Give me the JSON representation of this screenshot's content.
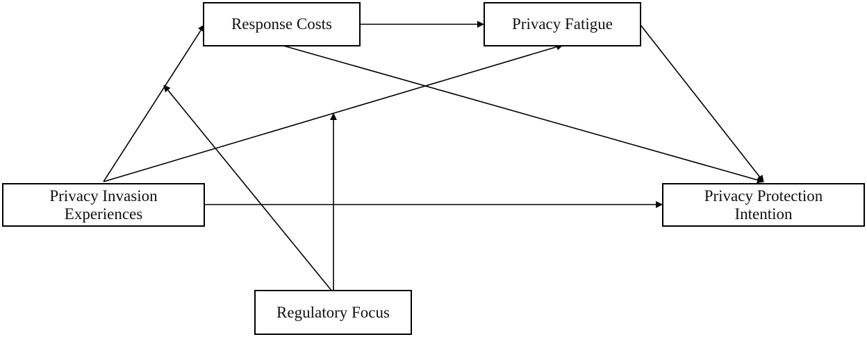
{
  "nodes": {
    "response_costs": {
      "label": "Response Costs"
    },
    "privacy_fatigue": {
      "label": "Privacy Fatigue"
    },
    "privacy_invasion_experiences": {
      "line1": "Privacy Invasion",
      "line2": "Experiences"
    },
    "privacy_protection_intention": {
      "line1": "Privacy Protection",
      "line2": "Intention"
    },
    "regulatory_focus": {
      "label": "Regulatory Focus"
    }
  },
  "edges": [
    {
      "from": "Privacy Invasion Experiences",
      "to": "Response Costs"
    },
    {
      "from": "Response Costs",
      "to": "Privacy Fatigue"
    },
    {
      "from": "Privacy Invasion Experiences",
      "to": "Privacy Fatigue"
    },
    {
      "from": "Response Costs",
      "to": "Privacy Protection Intention"
    },
    {
      "from": "Privacy Fatigue",
      "to": "Privacy Protection Intention"
    },
    {
      "from": "Privacy Invasion Experiences",
      "to": "Privacy Protection Intention"
    },
    {
      "from": "Regulatory Focus",
      "to": "Privacy Invasion Experiences → Response Costs"
    },
    {
      "from": "Regulatory Focus",
      "to": "Privacy Invasion Experiences → Privacy Fatigue"
    }
  ]
}
